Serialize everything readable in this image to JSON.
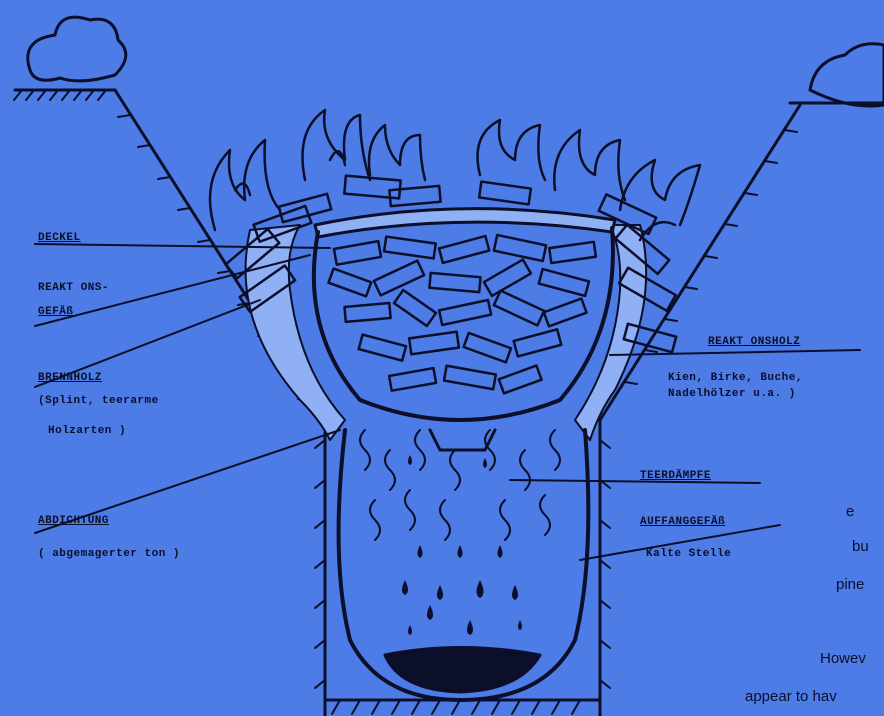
{
  "labels": {
    "deckel": "DECKEL",
    "reaktionsgefaess_1": "REAKT ONS-",
    "reaktionsgefaess_2": "GEFÄß",
    "brennholz": "BRENNHOLZ",
    "brennholz_note_1": "(Splint, teerarme",
    "brennholz_note_2": "Holzarten )",
    "abdichtung": "ABDICHTUNG",
    "abdichtung_note": "( abgemagerter ton )",
    "reaktionsholz": "REAKT ONSHOLZ",
    "reaktionsholz_note_1": "Kien, Birke, Buche,",
    "reaktionsholz_note_2": "Nadelhölzer u.a. )",
    "teerdaempfe": "TEERDÄMPFE",
    "auffanggefaess": "AUFFANGGEFÄß",
    "kalte_stelle": "Kalte Stelle"
  },
  "text_fragments": {
    "line1": "e",
    "line2": "bu",
    "line3": "pine",
    "line4": "Howev",
    "line5": "appear to hav"
  },
  "colors": {
    "background": "#4d7ce6",
    "ink": "#0b0f2a",
    "stipple": "#8fb0f5"
  }
}
